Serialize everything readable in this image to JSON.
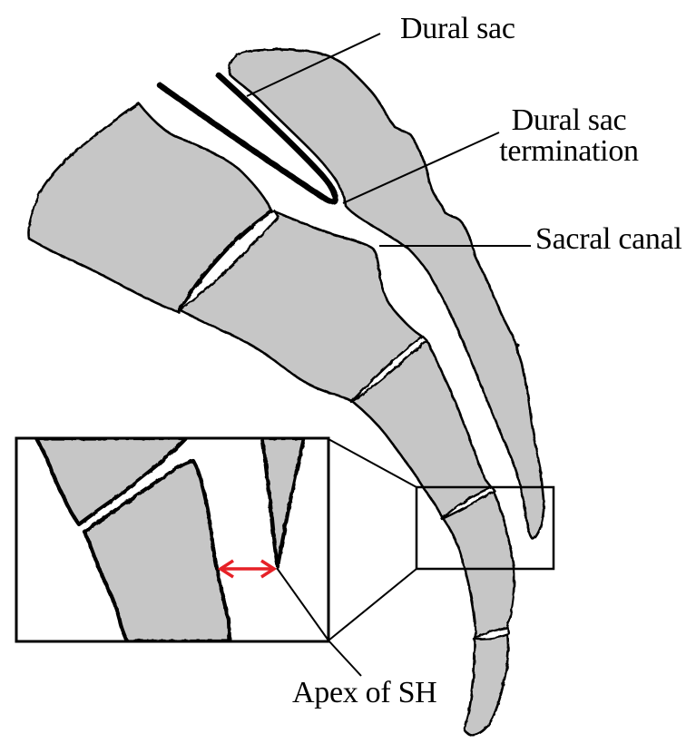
{
  "figure": {
    "labels": {
      "dural_sac": "Dural sac",
      "dural_sac_termination_line1": "Dural sac",
      "dural_sac_termination_line2": "termination",
      "sacral_canal": "Sacral canal",
      "apex": "Apex of SH"
    },
    "colors": {
      "bone_gray": "#c6c6c6",
      "outline": "#000000",
      "arrow_red": "#e62127",
      "background": "#ffffff"
    }
  }
}
